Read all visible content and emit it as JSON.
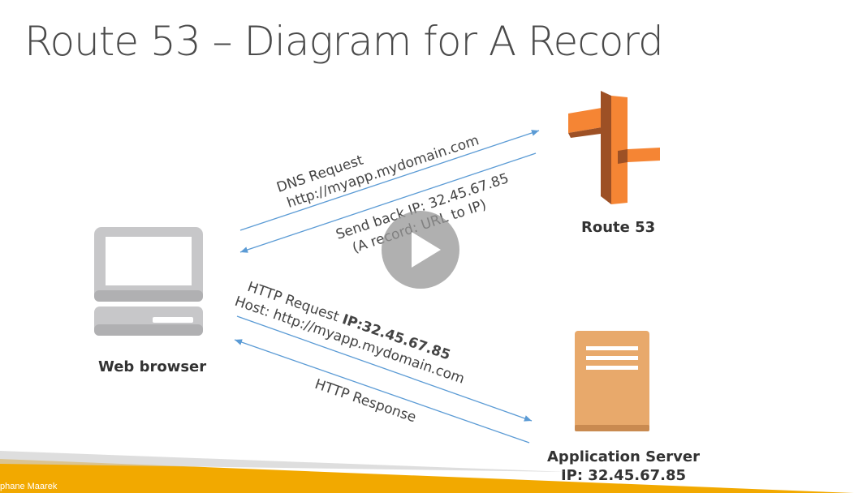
{
  "title": "Route 53 – Diagram for A Record",
  "nodes": {
    "route53": "Route 53",
    "browser": "Web browser",
    "server_name": "Application Server",
    "server_ip": "IP: 32.45.67.85"
  },
  "arrows": {
    "dns_request_line1": "DNS Request",
    "dns_request_line2": "http://myapp.mydomain.com",
    "dns_response_line1": "Send back IP: 32.45.67.85",
    "dns_response_line2": "(A record: URL to IP)",
    "http_request_prefix": "HTTP Request ",
    "http_request_ip": "IP:32.45.67.85",
    "http_host": "Host: http://myapp.mydomain.com",
    "http_response": "HTTP Response"
  },
  "footer": {
    "author": "phane Maarek"
  },
  "colors": {
    "accent": "#f2a900",
    "arrow": "#5b9bd5",
    "aws_orange": "#f58534",
    "server": "#e8a96b"
  }
}
